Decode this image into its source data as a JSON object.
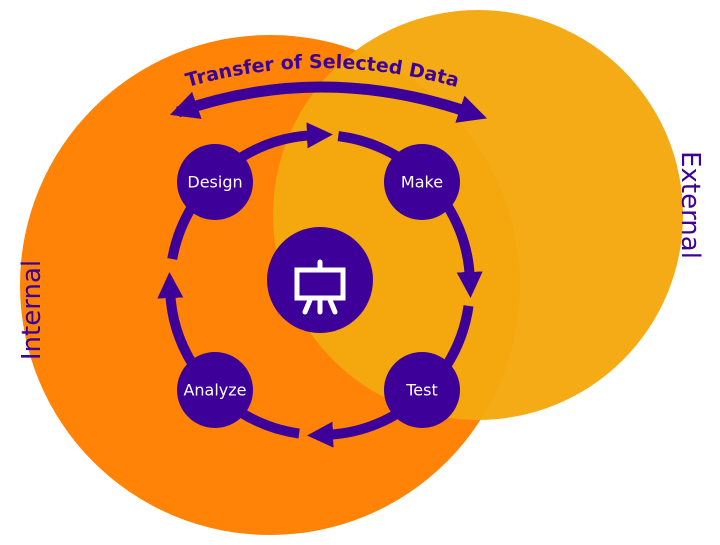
{
  "colors": {
    "internal": "#fe8306",
    "external": "#f5a80e",
    "primary": "#3d0099",
    "text": "#ffffff"
  },
  "transfer_label": "Transfer of Selected Data",
  "internal_label": "Internal",
  "external_label": "External",
  "nodes": {
    "design": "Design",
    "make": "Make",
    "test": "Test",
    "analyze": "Analyze"
  },
  "center_icon": "presentation-easel-icon"
}
